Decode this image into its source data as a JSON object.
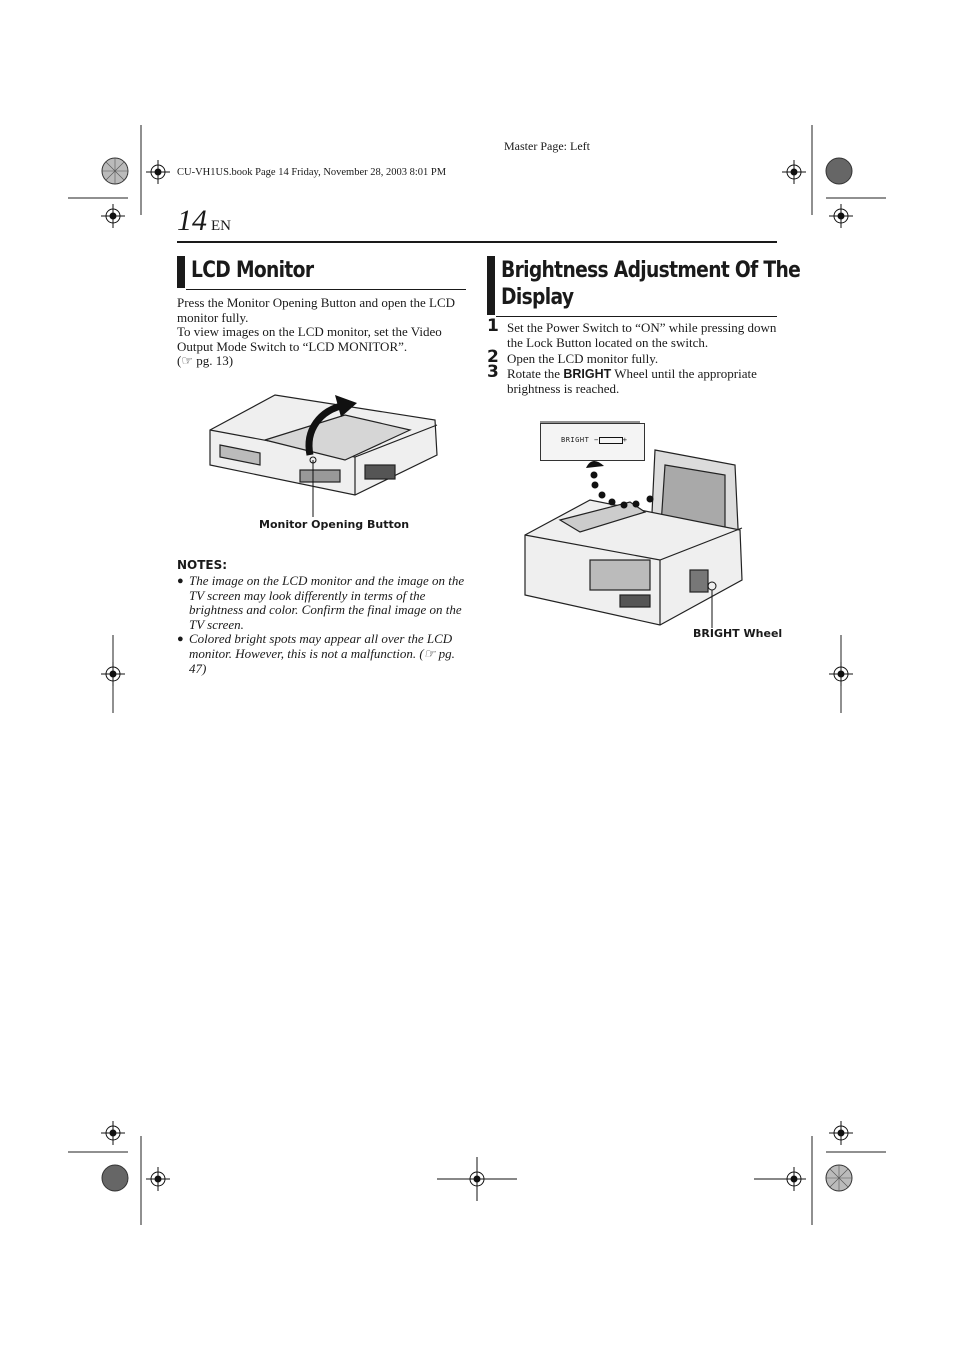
{
  "header": {
    "master_page": "Master Page: Left",
    "book_line": "CU-VH1US.book  Page 14  Friday, November 28, 2003  8:01 PM",
    "page_number": "14",
    "page_lang": "EN"
  },
  "lcd_section": {
    "title": "LCD Monitor",
    "paragraph1": "Press the Monitor Opening Button and open the LCD monitor fully.",
    "paragraph2": "To view images on the LCD monitor, set the Video Output Mode Switch to “LCD MONITOR”.",
    "reference": "(☞ pg. 13)",
    "figure_caption": "Monitor Opening Button",
    "notes_title": "NOTES:",
    "notes": [
      "The image on the LCD monitor and the image on the TV screen may look differently in terms of the brightness and color. Confirm the final image on the TV screen.",
      "Colored bright spots may appear all over the LCD monitor. However, this is not a malfunction. (☞ pg. 47)"
    ]
  },
  "brightness_section": {
    "title_line1": "Brightness Adjustment Of The",
    "title_line2": "Display",
    "steps": [
      {
        "num": "1",
        "text": "Set the Power Switch to “ON” while pressing down the Lock Button located on the switch."
      },
      {
        "num": "2",
        "text": "Open the LCD monitor fully."
      },
      {
        "num": "3",
        "text_before": "Rotate the ",
        "bold": "BRIGHT",
        "text_after": " Wheel until the appropriate brightness is reached."
      }
    ],
    "osd_label": "BRIGHT",
    "osd_minus": "−",
    "osd_plus": "+",
    "figure_caption": "BRIGHT Wheel"
  }
}
